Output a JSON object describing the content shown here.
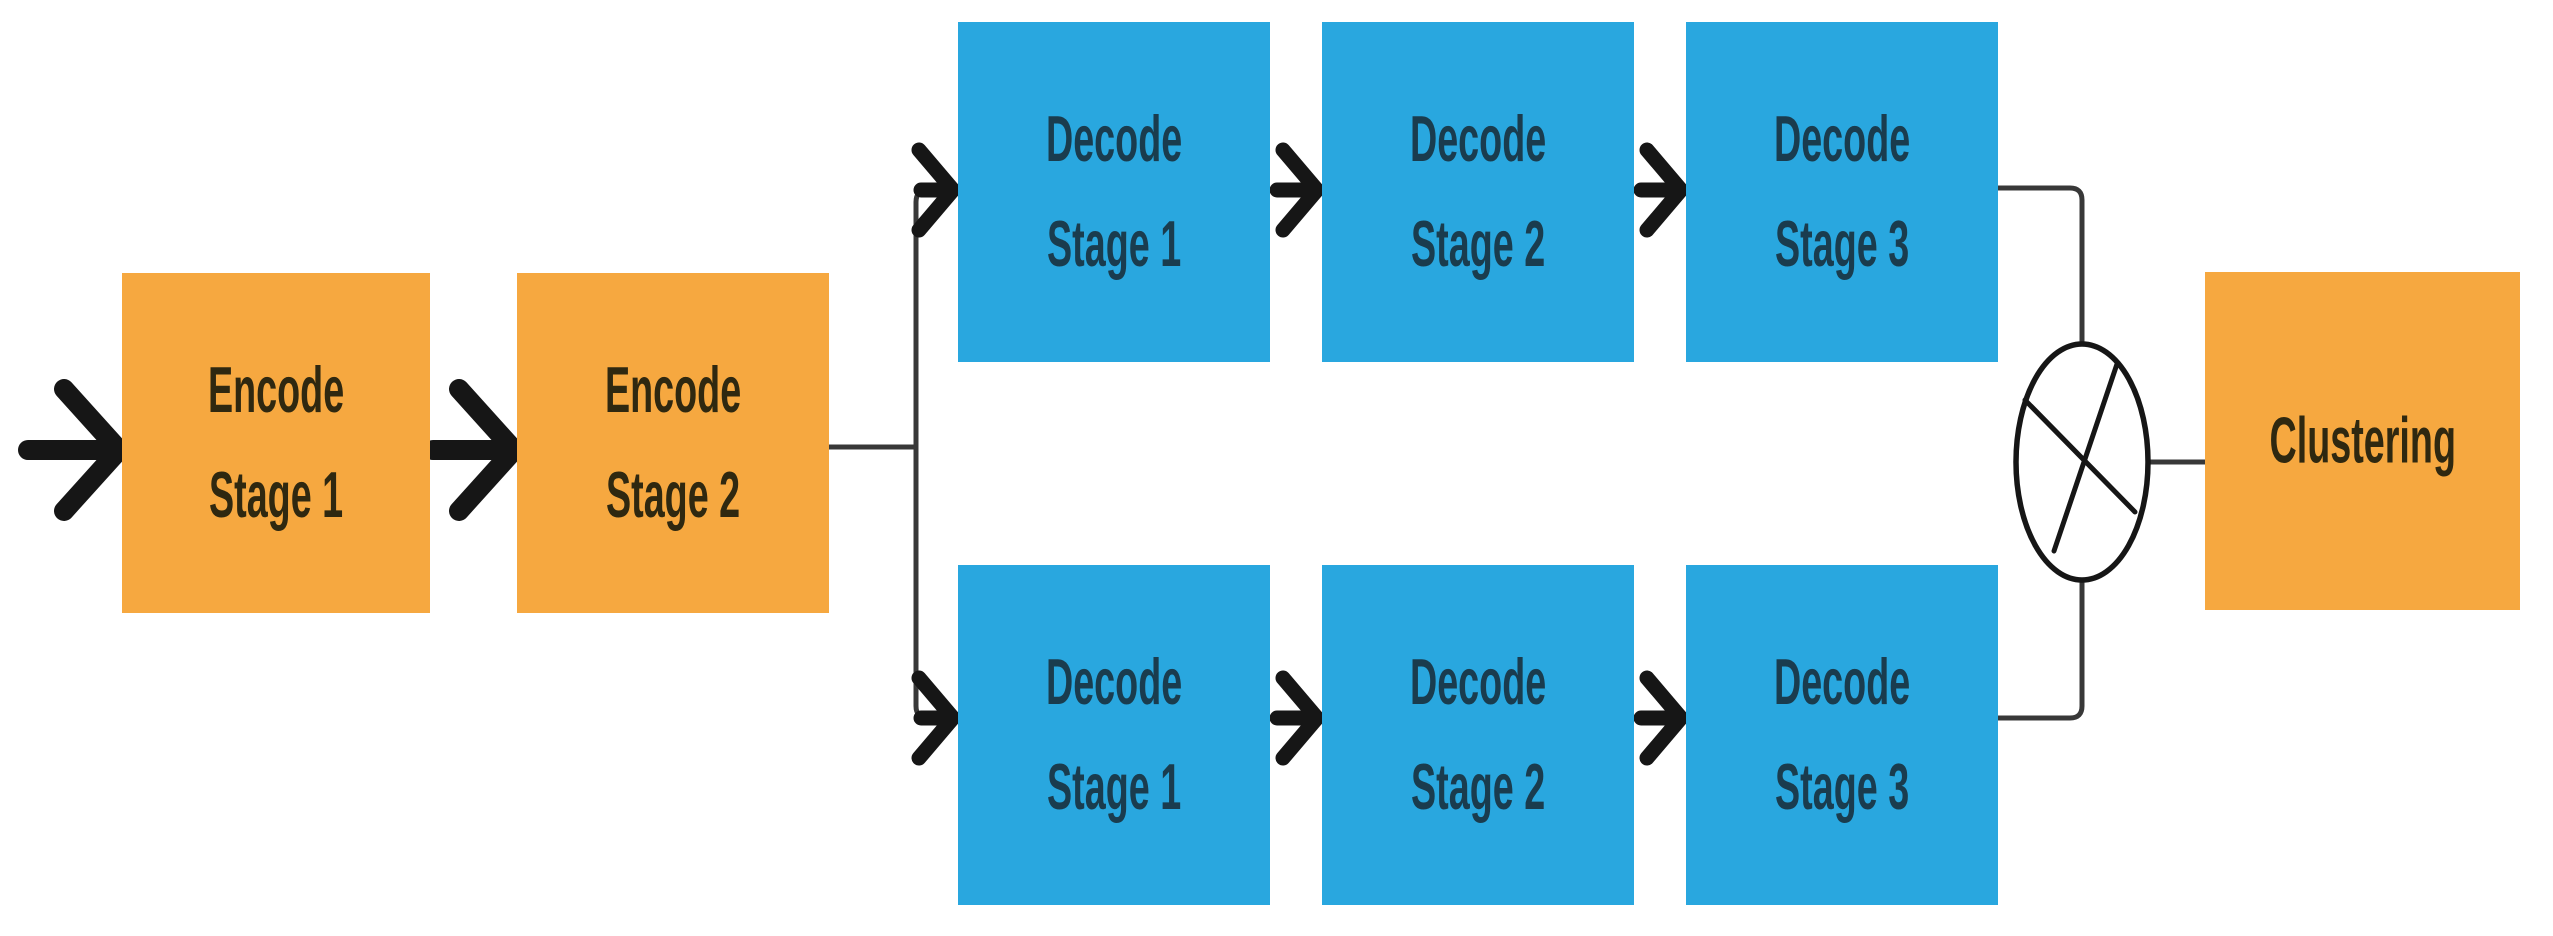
{
  "diagram": {
    "nodes": {
      "encode_stage_1": {
        "label": "Encode\nStage 1"
      },
      "encode_stage_2": {
        "label": "Encode\nStage 2"
      },
      "decode_top_stage_1": {
        "label": "Decode\nStage 1"
      },
      "decode_top_stage_2": {
        "label": "Decode\nStage 2"
      },
      "decode_top_stage_3": {
        "label": "Decode\nStage 3"
      },
      "decode_bottom_stage_1": {
        "label": "Decode\nStage 1"
      },
      "decode_bottom_stage_2": {
        "label": "Decode\nStage 2"
      },
      "decode_bottom_stage_3": {
        "label": "Decode\nStage 3"
      },
      "clustering": {
        "label": "Clustering"
      }
    },
    "merge_symbol": "crossed-circle",
    "colors": {
      "background": "#ffffff",
      "encode_fill": "#F6A840",
      "decode_fill": "#29A7DF",
      "encode_text": "#2F2810",
      "decode_text": "#1A3C4E",
      "connector": "#383838",
      "arrow": "#161616"
    }
  }
}
